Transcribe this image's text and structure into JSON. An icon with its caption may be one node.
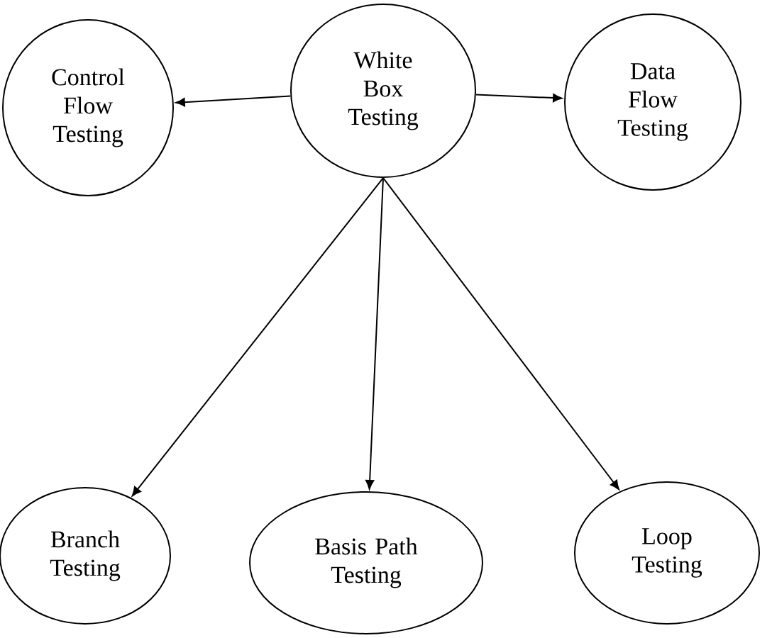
{
  "diagram": {
    "nodes": [
      {
        "text": [
          "White Box Testing"
        ]
      },
      {
        "text": [
          "Control Flow Testing"
        ]
      },
      {
        "text": [
          "Data Flow Testing"
        ]
      },
      {
        "text": [
          "Branch Testing"
        ]
      },
      {
        "text": [
          "Basis Path Testing"
        ]
      },
      {
        "text": [
          "Loop Testing"
        ]
      }
    ],
    "edges": [
      {
        "from": 0,
        "to": 1,
        "arrow": "to"
      },
      {
        "from": 0,
        "to": 2,
        "arrow": "to"
      },
      {
        "from": 0,
        "to": 3,
        "arrow": "to"
      },
      {
        "from": 0,
        "to": 4,
        "arrow": "to"
      },
      {
        "from": 0,
        "to": 5,
        "arrow": "to"
      }
    ]
  }
}
